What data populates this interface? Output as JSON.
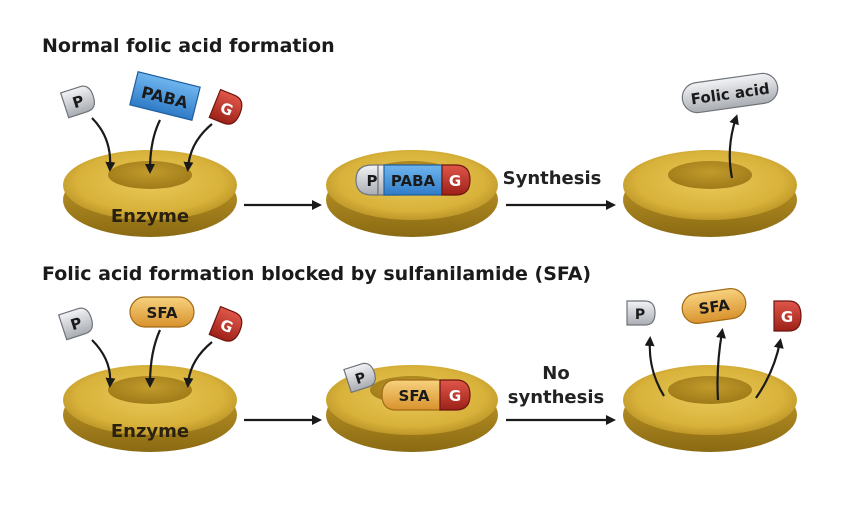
{
  "top_row": {
    "title": "Normal folic acid formation",
    "enzyme_label": "Enzyme",
    "step_label": "Synthesis",
    "molecules": {
      "p": "P",
      "paba": "PABA",
      "g": "G",
      "product": "Folic acid"
    }
  },
  "bottom_row": {
    "title": "Folic acid formation blocked by sulfanilamide (SFA)",
    "enzyme_label": "Enzyme",
    "step_label_line1": "No",
    "step_label_line2": "synthesis",
    "molecules": {
      "p": "P",
      "sfa": "SFA",
      "g": "G"
    }
  },
  "colors": {
    "enzyme": "#d8b23a",
    "p_molecule": "#c9ccd1",
    "paba": "#3f8fd8",
    "g_molecule": "#b83227",
    "sfa": "#e8b04a",
    "folic_acid": "#c9ccd1",
    "arrow": "#1a1a1a"
  }
}
